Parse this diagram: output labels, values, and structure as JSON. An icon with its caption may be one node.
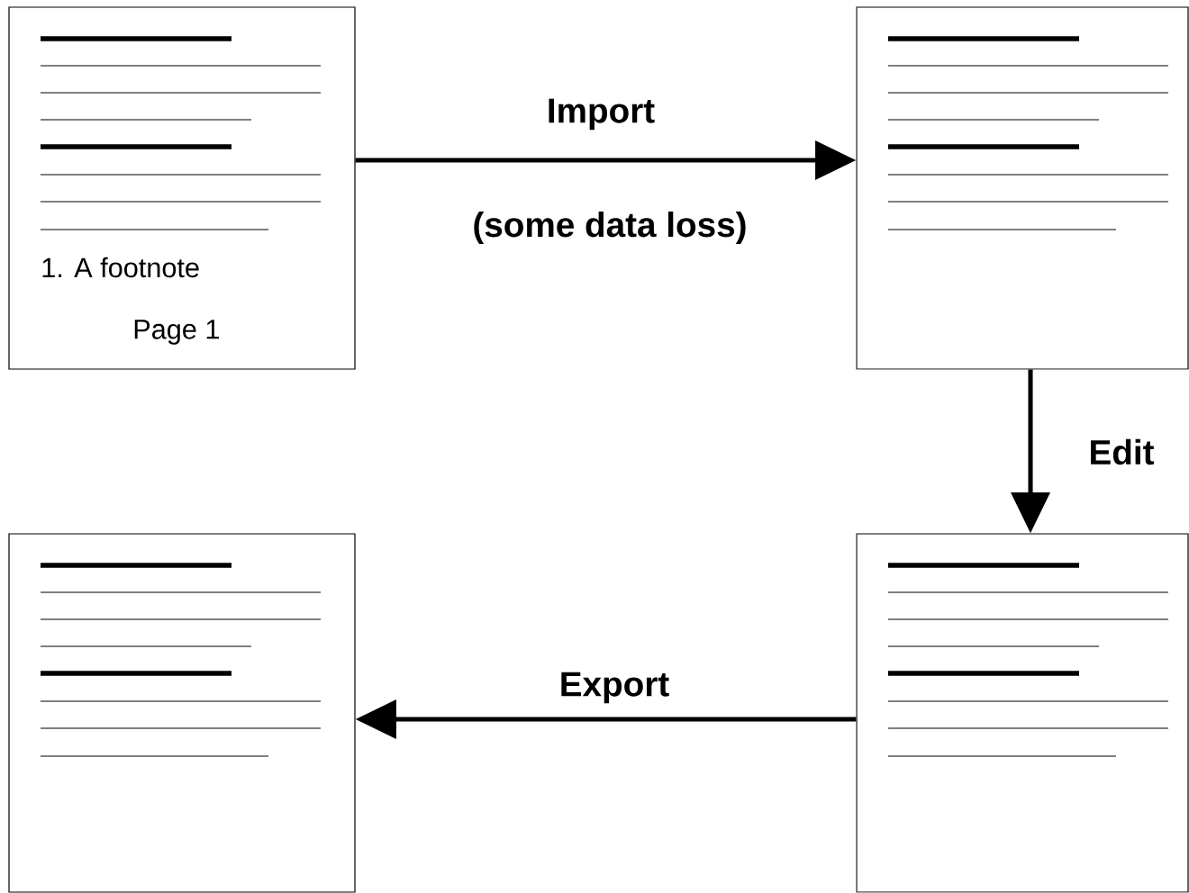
{
  "diagram": {
    "nodes": [
      {
        "text": [
          "1. A footnote",
          "Page 1"
        ]
      },
      {
        "text": [],
        "shape": "box"
      },
      {
        "text": [],
        "shape": "box"
      },
      {
        "text": [],
        "shape": "box"
      }
    ],
    "edges": [
      {
        "from": 0,
        "to": 1,
        "arrow": "to",
        "label": "Import"
      },
      {
        "from": 1,
        "to": 3,
        "arrow": "to",
        "label": "Edit"
      },
      {
        "from": 3,
        "to": 2,
        "arrow": "to",
        "label": "Export"
      }
    ],
    "labels": [
      "(some data loss)"
    ]
  }
}
